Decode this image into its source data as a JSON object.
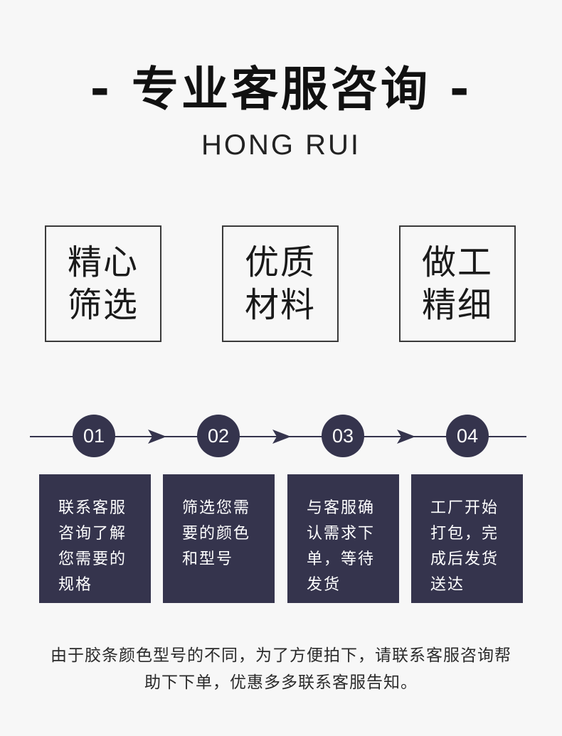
{
  "header": {
    "title": "- 专业客服咨询 -",
    "subtitle": "HONG RUI"
  },
  "features": [
    {
      "line1": "精心",
      "line2": "筛选"
    },
    {
      "line1": "优质",
      "line2": "材料"
    },
    {
      "line1": "做工",
      "line2": "精细"
    }
  ],
  "steps": [
    {
      "number": "01",
      "lines": [
        "联系客服",
        "咨询了解",
        "您需要的",
        "规格"
      ]
    },
    {
      "number": "02",
      "lines": [
        "筛选您需",
        "要的颜色",
        "和型号"
      ]
    },
    {
      "number": "03",
      "lines": [
        "与客服确",
        "认需求下",
        "单，等待",
        "发货"
      ]
    },
    {
      "number": "04",
      "lines": [
        "工厂开始",
        "打包，完",
        "成后发货",
        "送达"
      ]
    }
  ],
  "note": {
    "line1": "由于胶条颜色型号的不同，为了方便拍下，请联系客服咨询帮",
    "line2": "助下下单，优惠多多联系客服告知。"
  },
  "colors": {
    "accent": "#35344d",
    "background": "#f7f7f7"
  }
}
